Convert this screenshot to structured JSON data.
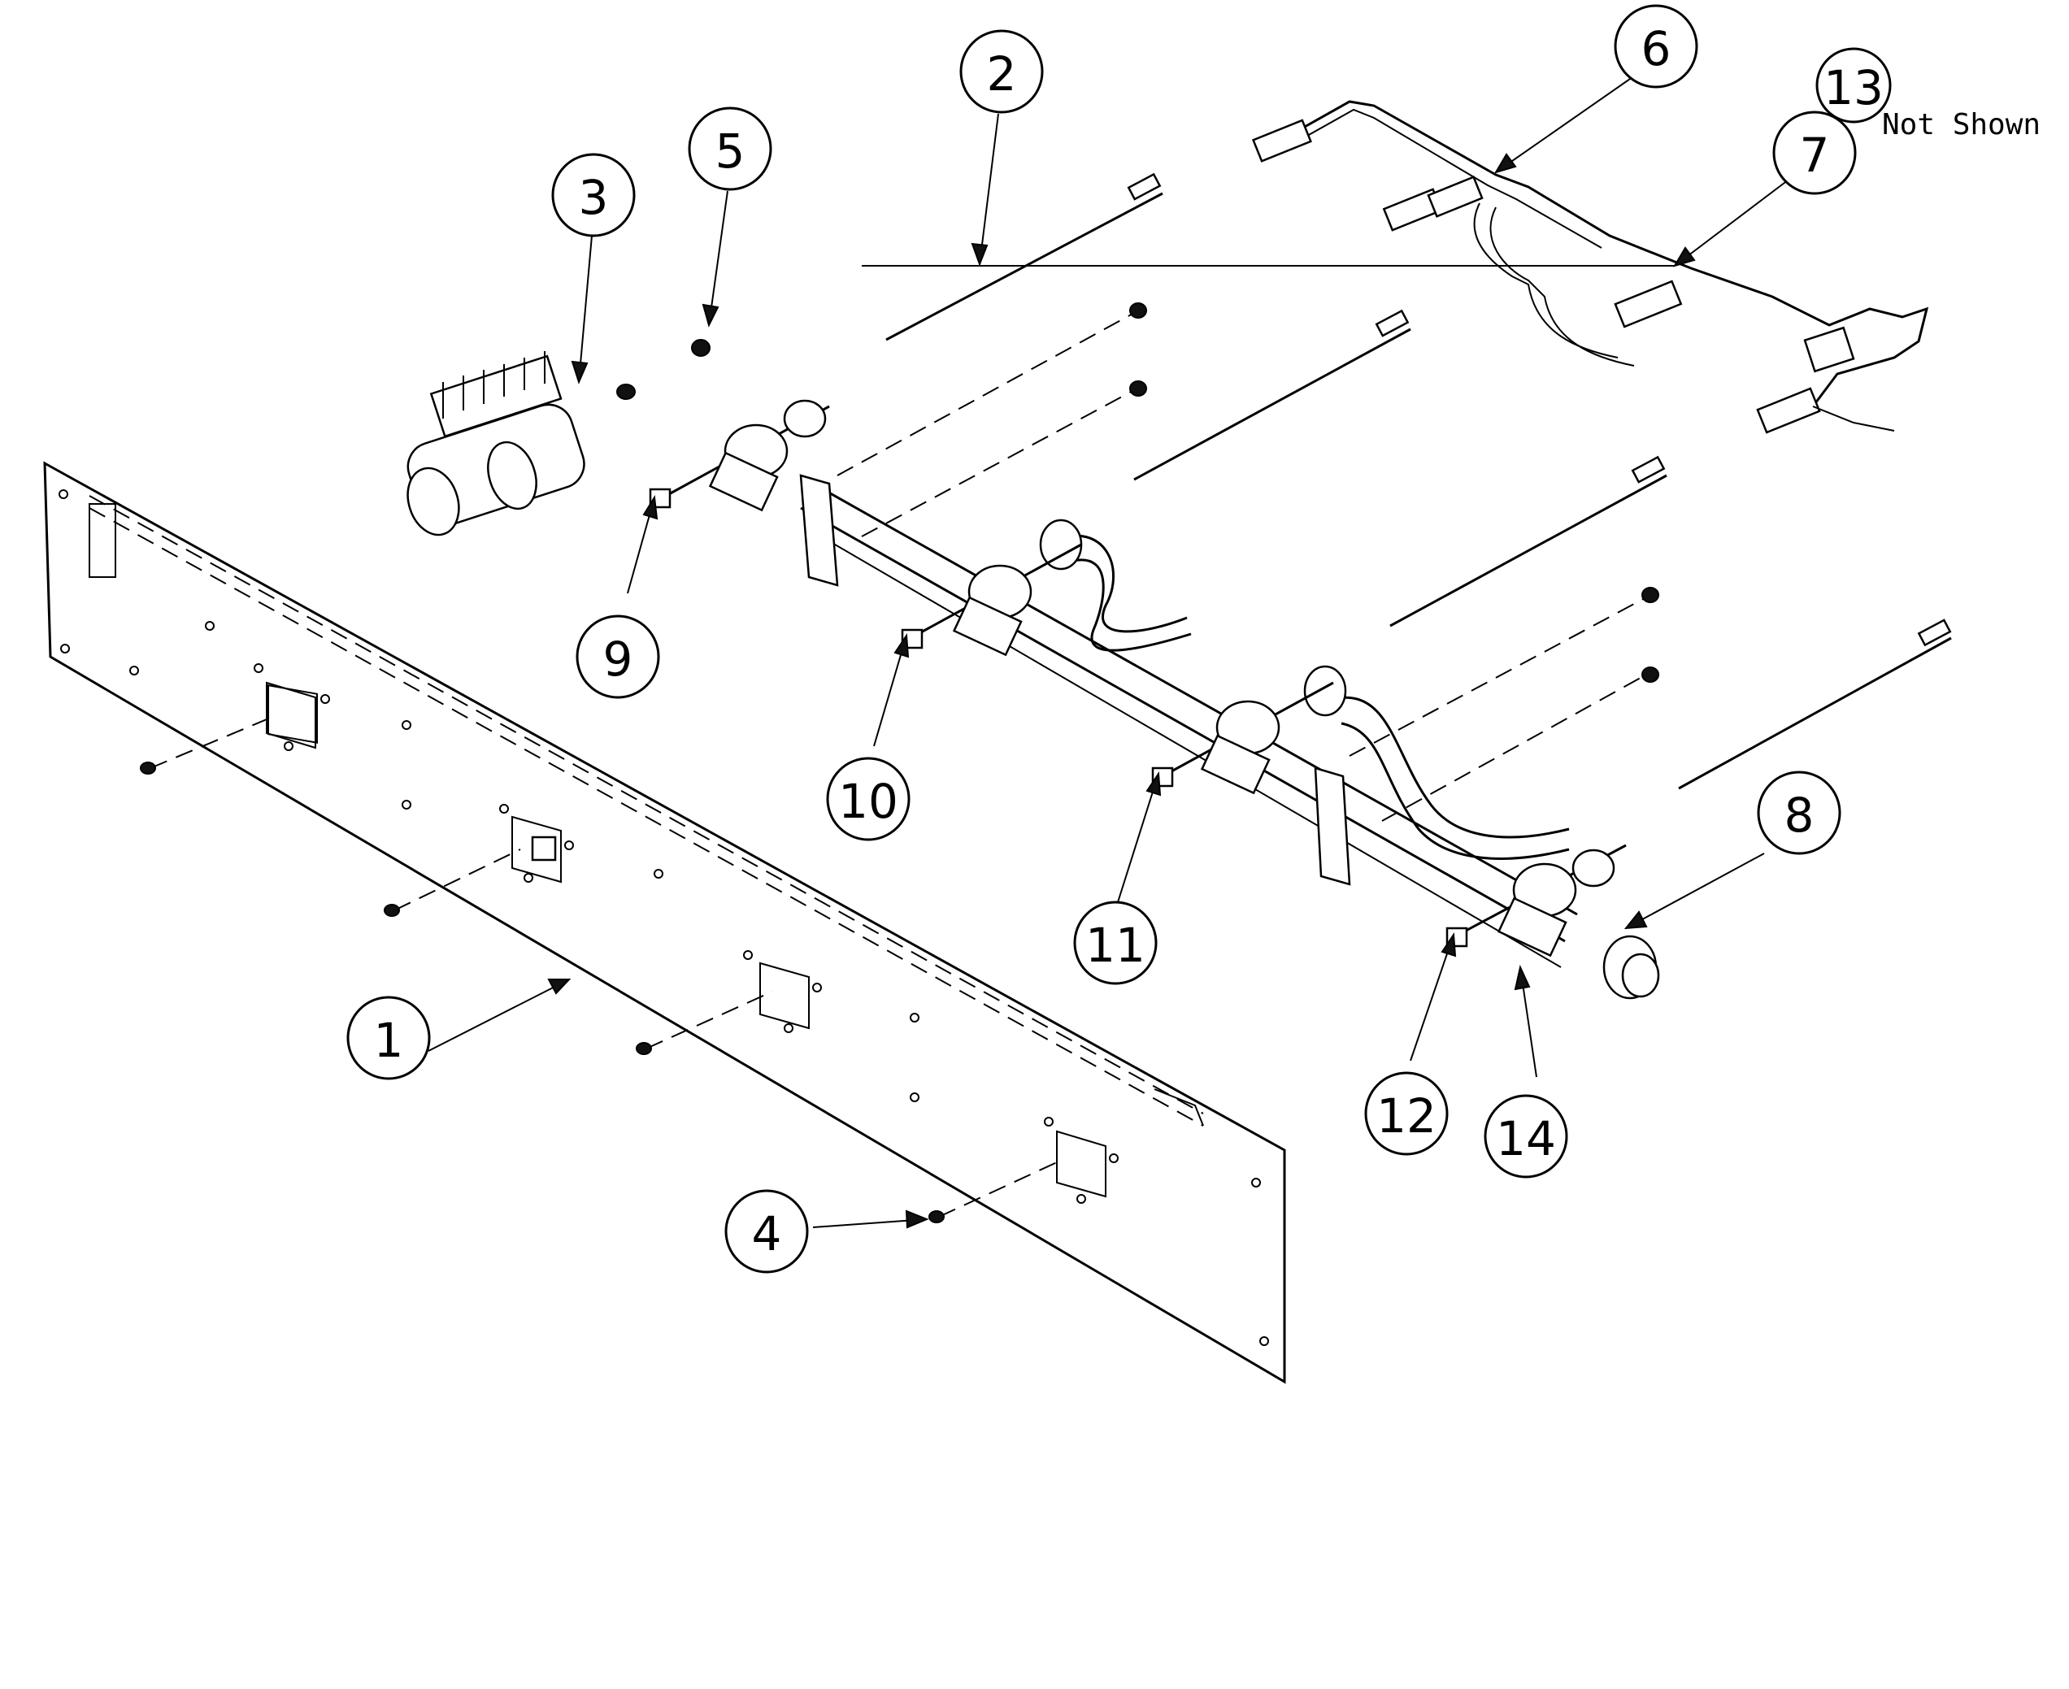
{
  "callouts": [
    "1",
    "2",
    "3",
    "4",
    "5",
    "6",
    "7",
    "8",
    "9",
    "10",
    "11",
    "12",
    "13",
    "14"
  ],
  "note": "Not Shown",
  "colors": {
    "ink": "#000000",
    "paper": "#ffffff"
  }
}
